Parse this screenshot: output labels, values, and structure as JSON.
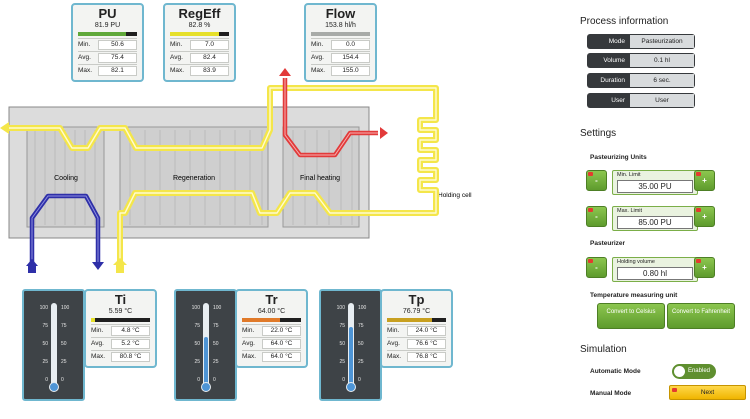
{
  "stats": {
    "pu": {
      "title": "PU",
      "value": "81.9 PU",
      "fill": 0.82,
      "color": "#5fa83a",
      "min_label": "Min.",
      "min": "50.6",
      "avg_label": "Avg.",
      "avg": "75.4",
      "max_label": "Max.",
      "max": "82.1"
    },
    "regeff": {
      "title": "RegEff",
      "value": "82.8 %",
      "fill": 0.83,
      "color": "#e6e02a",
      "min_label": "Min.",
      "min": "7.0",
      "avg_label": "Avg.",
      "avg": "82.4",
      "max_label": "Max.",
      "max": "83.9"
    },
    "flow": {
      "title": "Flow",
      "value": "153.8 hl/h",
      "fill": 1.0,
      "color": "#a8aba8",
      "min_label": "Min.",
      "min": "0.0",
      "avg_label": "Avg.",
      "avg": "154.4",
      "max_label": "Max.",
      "max": "155.0"
    },
    "ti": {
      "title": "Ti",
      "value": "5.59 °C",
      "fill": 0.06,
      "color": "#e6e02a",
      "min_label": "Min.",
      "min": "4.8 °C",
      "avg_label": "Avg.",
      "avg": "5.2 °C",
      "max_label": "Max.",
      "max": "80.8 °C",
      "thermo_level": 0.06
    },
    "tr": {
      "title": "Tr",
      "value": "64.00 °C",
      "fill": 0.64,
      "color": "#e07a2a",
      "min_label": "Min.",
      "min": "22.0 °C",
      "avg_label": "Avg.",
      "avg": "64.0 °C",
      "max_label": "Max.",
      "max": "64.0 °C",
      "thermo_level": 0.64
    },
    "tp": {
      "title": "Tp",
      "value": "76.79 °C",
      "fill": 0.77,
      "color": "#c8a020",
      "min_label": "Min.",
      "min": "24.0 °C",
      "avg_label": "Avg.",
      "avg": "76.6 °C",
      "max_label": "Max.",
      "max": "76.8 °C",
      "thermo_level": 0.77
    }
  },
  "thermometer_ticks": [
    "100",
    "75",
    "50",
    "25",
    "0"
  ],
  "diagram": {
    "cooling": "Cooling",
    "regeneration": "Regeneration",
    "final_heating": "Final heating",
    "holding_cell": "Holding cell"
  },
  "process_info": {
    "heading": "Process information",
    "rows": [
      {
        "key": "Mode",
        "value": "Pasteurization"
      },
      {
        "key": "Volume",
        "value": "0.1 hl"
      },
      {
        "key": "Duration",
        "value": "6 sec."
      },
      {
        "key": "User",
        "value": "User"
      }
    ]
  },
  "settings": {
    "heading": "Settings",
    "pu_heading": "Pasteurizing Units",
    "min_limit_label": "Min. Limit",
    "min_limit": "35.00 PU",
    "max_limit_label": "Max. Limit",
    "max_limit": "85.00 PU",
    "pasteurizer_heading": "Pasteurizer",
    "holding_volume_label": "Holding volume",
    "holding_volume": "0.80 hl",
    "temp_unit_heading": "Temperature measuring unit",
    "to_celsius": "Convert to Celsius",
    "to_fahrenheit": "Convert to Fahrenheit",
    "minus": "-",
    "plus": "+"
  },
  "simulation": {
    "heading": "Simulation",
    "auto_label": "Automatic Mode",
    "auto_state": "Enabled",
    "manual_label": "Manual Mode",
    "next_label": "Next"
  },
  "colors": {
    "hot": "#e23a3a",
    "warm": "#f4e64a",
    "cold": "#2e2fa8",
    "accent": "#6fb7cf"
  }
}
